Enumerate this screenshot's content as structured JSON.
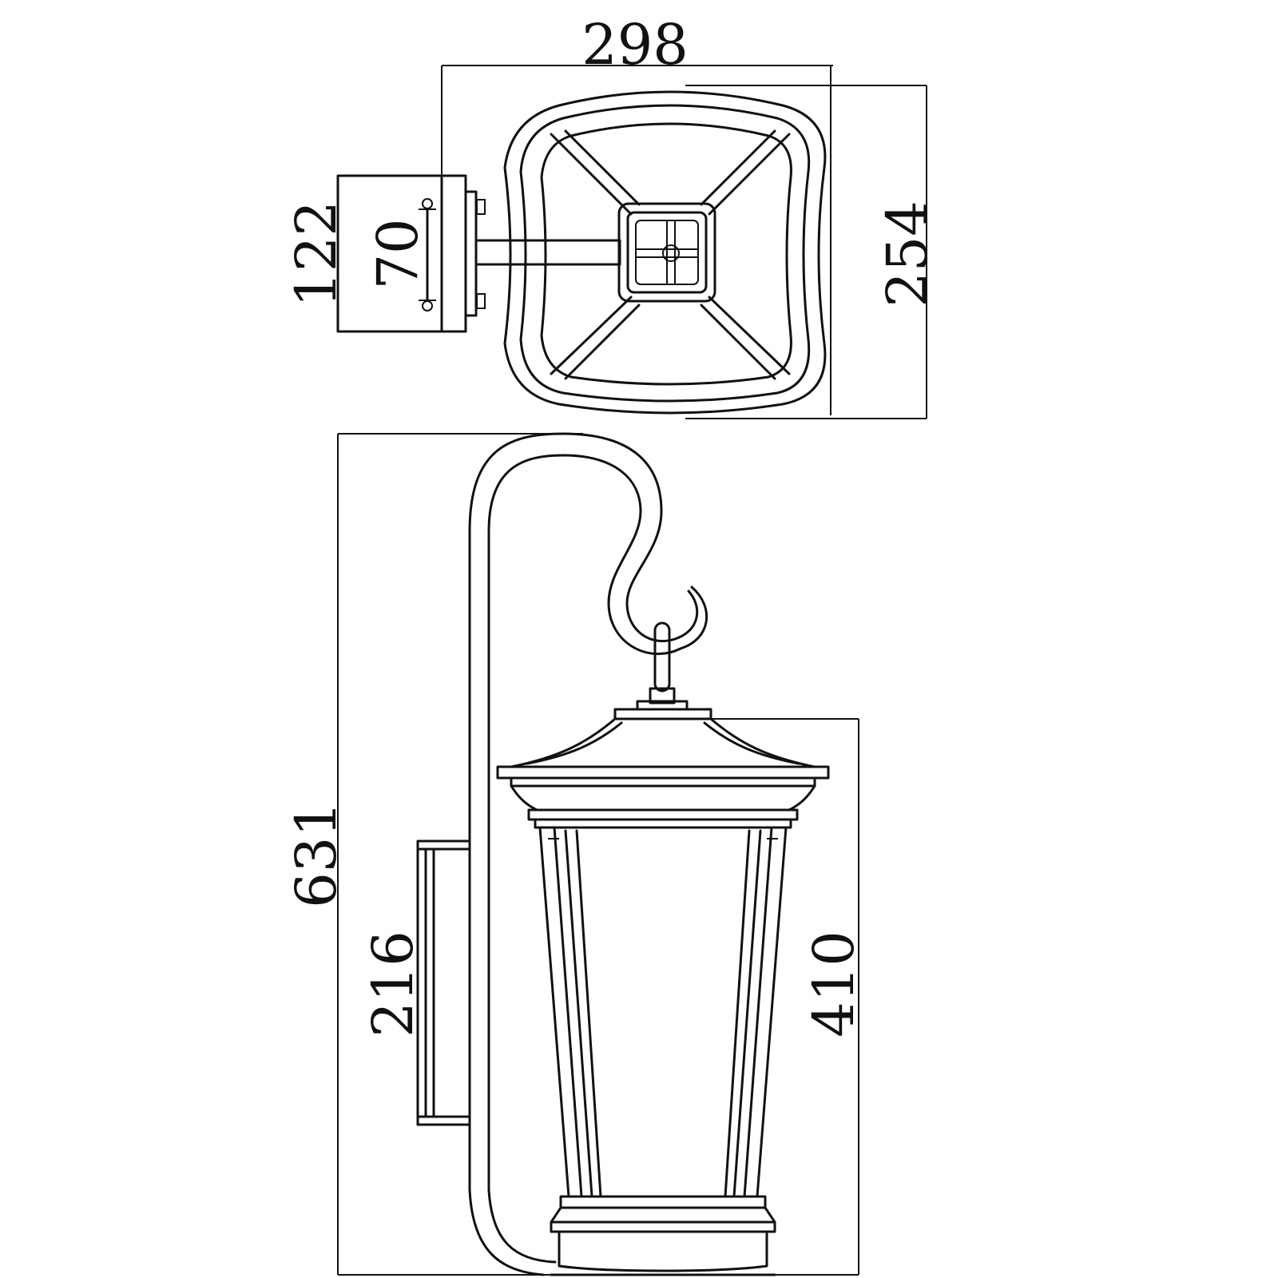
{
  "dimensions": {
    "top_width": "298",
    "top_depth": "254",
    "backplate_height_top": "122",
    "mount_spacing": "70",
    "overall_height": "631",
    "backplate_height_side": "216",
    "lantern_height": "410"
  }
}
